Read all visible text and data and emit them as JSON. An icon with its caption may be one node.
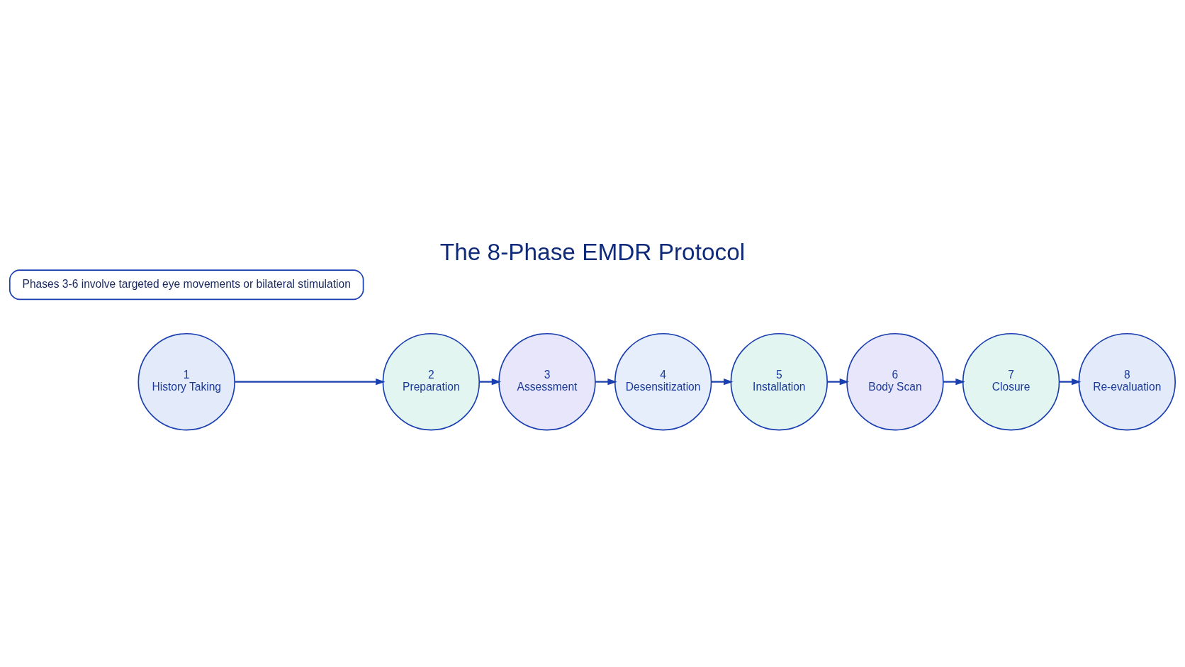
{
  "diagram": {
    "title": "The 8-Phase EMDR Protocol",
    "nodes": [
      {
        "text": [
          "1",
          "History Taking"
        ]
      },
      {
        "text": [
          "2",
          "Preparation"
        ]
      },
      {
        "text": [
          "3",
          "Assessment"
        ]
      },
      {
        "text": [
          "4",
          "Desensitization"
        ]
      },
      {
        "text": [
          "5",
          "Installation"
        ]
      },
      {
        "text": [
          "6",
          "Body Scan"
        ]
      },
      {
        "text": [
          "7",
          "Closure"
        ]
      },
      {
        "text": [
          "8",
          "Re-evaluation"
        ]
      },
      {
        "text": [
          "Phases 3-6 involve targeted eye movements or bilateral stimulation"
        ]
      }
    ],
    "edges": [
      {
        "from": 0,
        "to": 1,
        "arrow": "to"
      },
      {
        "from": 1,
        "to": 2,
        "arrow": "to"
      },
      {
        "from": 2,
        "to": 3,
        "arrow": "to"
      },
      {
        "from": 3,
        "to": 4,
        "arrow": "to"
      },
      {
        "from": 4,
        "to": 5,
        "arrow": "to"
      },
      {
        "from": 5,
        "to": 6,
        "arrow": "to"
      },
      {
        "from": 6,
        "to": 7,
        "arrow": "to"
      }
    ]
  }
}
